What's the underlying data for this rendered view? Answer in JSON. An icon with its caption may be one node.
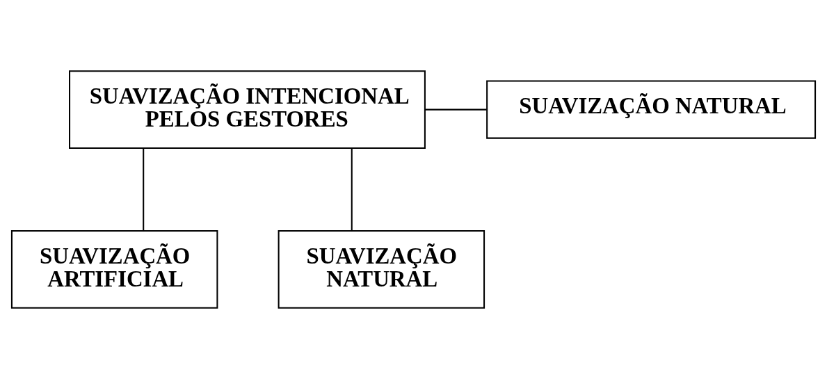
{
  "diagram": {
    "nodes": [
      {
        "text": [
          "SUAVIZAÇÃO INTENCIONAL PELOS GESTORES"
        ]
      },
      {
        "text": [
          "SUAVIZAÇÃO NATURAL"
        ]
      },
      {
        "text": [
          "SUAVIZAÇÃO ARTIFICIAL"
        ]
      },
      {
        "text": [
          "SUAVIZAÇÃO NATURAL"
        ]
      }
    ],
    "edges": [
      {
        "from": 0,
        "to": 1,
        "arrow": "none"
      },
      {
        "from": 0,
        "to": 2,
        "arrow": "none"
      },
      {
        "from": 0,
        "to": 3,
        "arrow": "none"
      }
    ]
  }
}
